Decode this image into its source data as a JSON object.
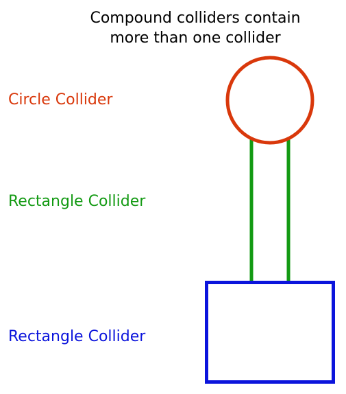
{
  "title": {
    "line1": "Compound colliders contain",
    "line2": "more than one collider"
  },
  "labels": {
    "circle": "Circle Collider",
    "rectangle_green": "Rectangle Collider",
    "rectangle_blue": "Rectangle Collider"
  },
  "colors": {
    "circle": "#d9380b",
    "rectangle_green": "#139a13",
    "rectangle_blue": "#0b14dc",
    "text": "#000000"
  },
  "shapes": {
    "circle_collider": "circle",
    "green_collider": "rectangle",
    "blue_collider": "rectangle"
  }
}
